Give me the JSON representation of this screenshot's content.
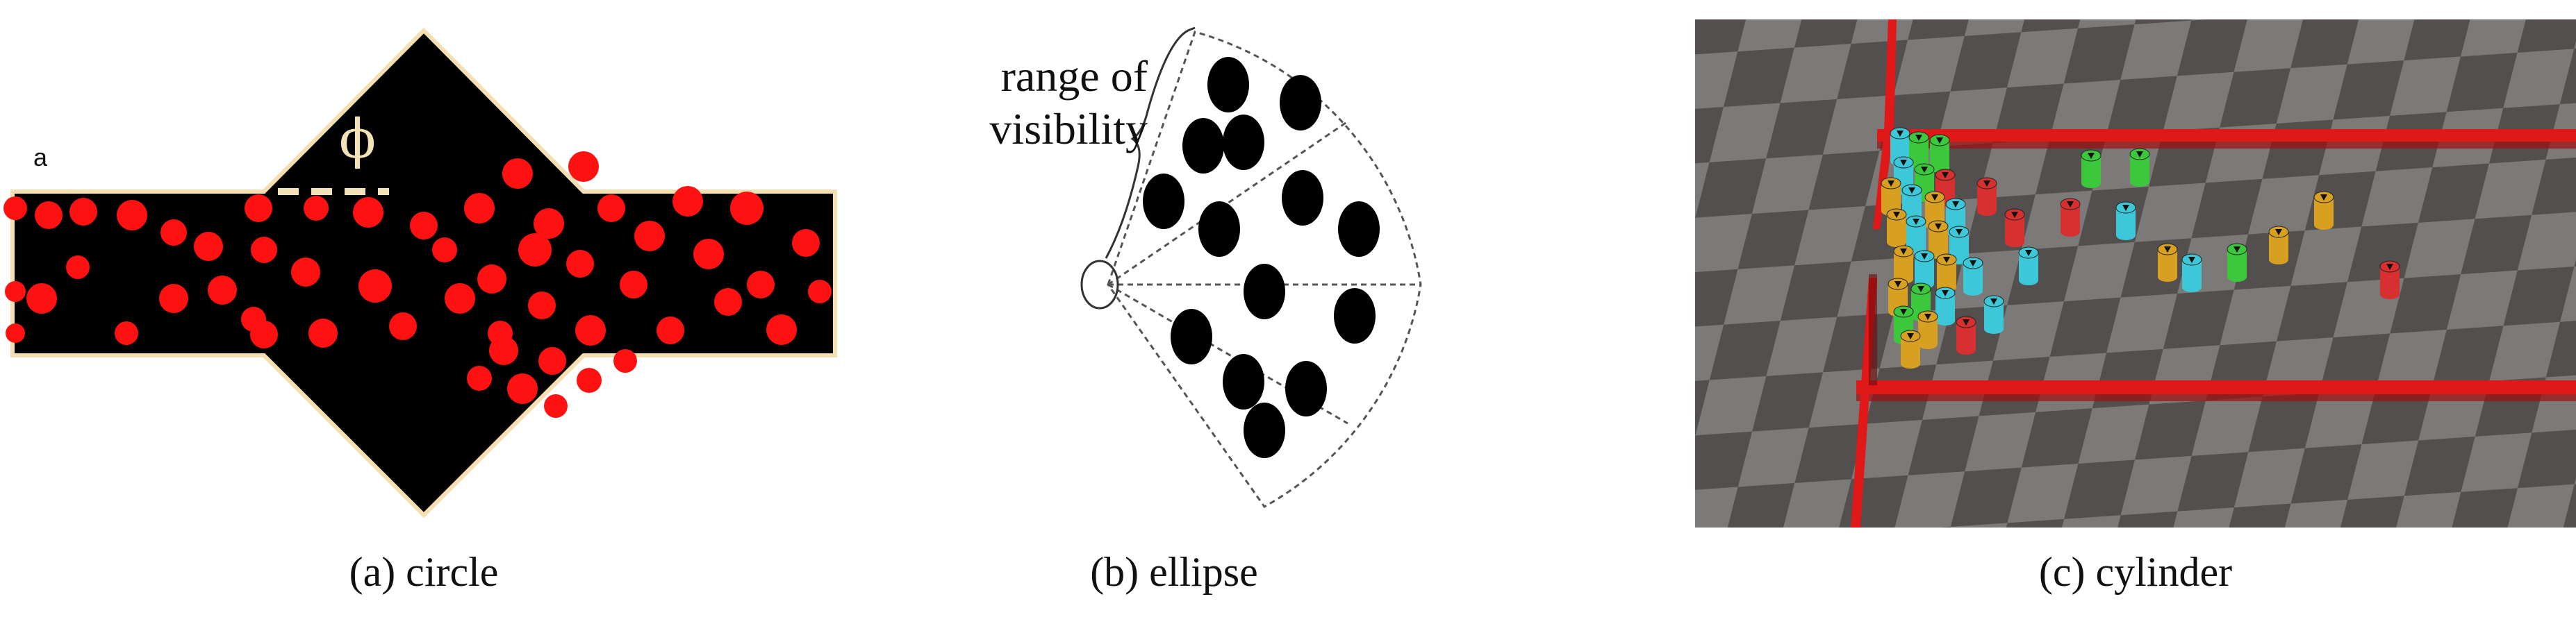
{
  "panels": {
    "a": {
      "caption": "(a) circle",
      "corner_label": "a",
      "angle_symbol": "ϕ",
      "colors": {
        "background": "#000000",
        "agent": "#ff1111",
        "border": "#f5deb0"
      }
    },
    "b": {
      "caption": "(b) ellipse",
      "range_label_line1": "range of",
      "range_label_line2": "visibility",
      "colors": {
        "agent": "#000000",
        "sector_line": "#555555"
      }
    },
    "c": {
      "caption": "(c) cylinder",
      "colors": {
        "wall": "#e01818",
        "checker_light": "#8e8a8a",
        "checker_dark": "#5f5b5b",
        "agent_cyan": "#3cc8d8",
        "agent_green": "#3cc83c",
        "agent_yellow": "#d8a020",
        "agent_red": "#d83030"
      }
    }
  }
}
